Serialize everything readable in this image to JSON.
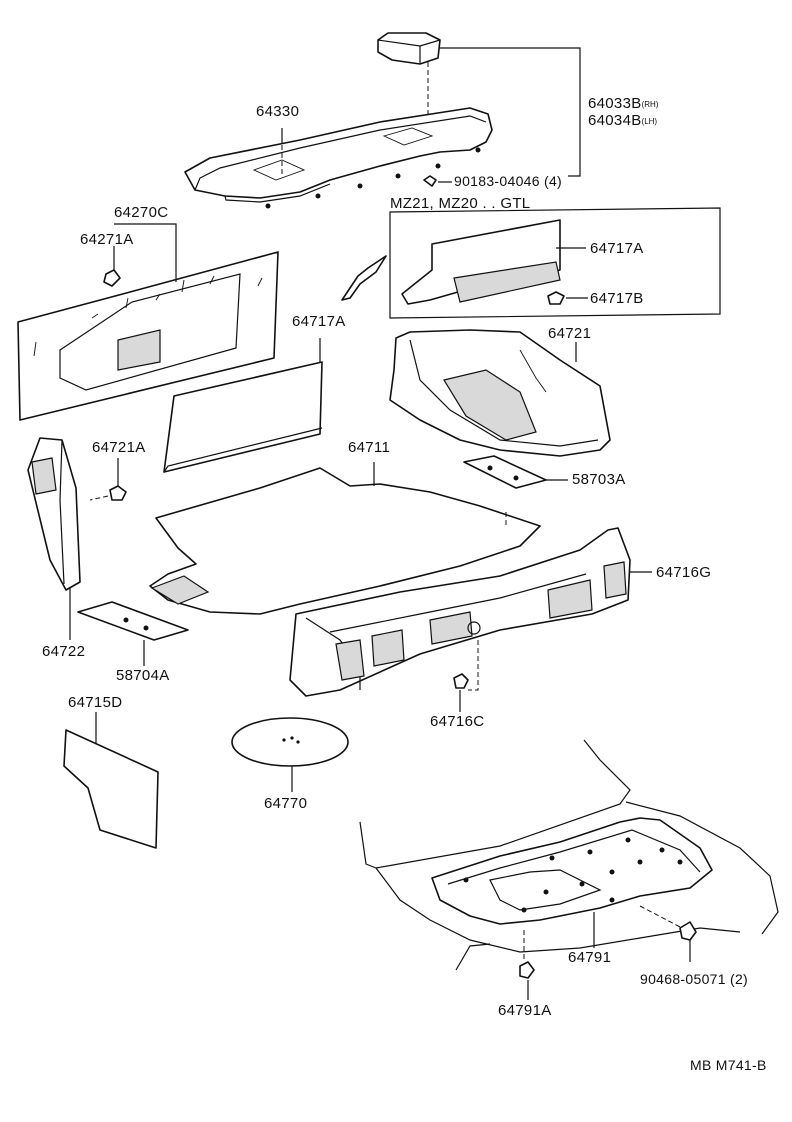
{
  "diagram": {
    "code": "MB M741-B",
    "variant_note": "MZ21, MZ20 . . GTL",
    "labels": {
      "p64330": "64330",
      "p64033b": "64033B",
      "p64033b_side": "(RH)",
      "p64034b": "64034B",
      "p64034b_side": "(LH)",
      "p90183": "90183-04046 (4)",
      "p64270c": "64270C",
      "p64271a": "64271A",
      "p64717a_upper": "64717A",
      "p64717b": "64717B",
      "p64717a_lower": "64717A",
      "p64721": "64721",
      "p64721a": "64721A",
      "p64711": "64711",
      "p58703a": "58703A",
      "p64716g": "64716G",
      "p64722": "64722",
      "p58704a": "58704A",
      "p64716c": "64716C",
      "p64715d": "64715D",
      "p64770": "64770",
      "p64791": "64791",
      "p90468": "90468-05071 (2)",
      "p64791a": "64791A"
    }
  }
}
